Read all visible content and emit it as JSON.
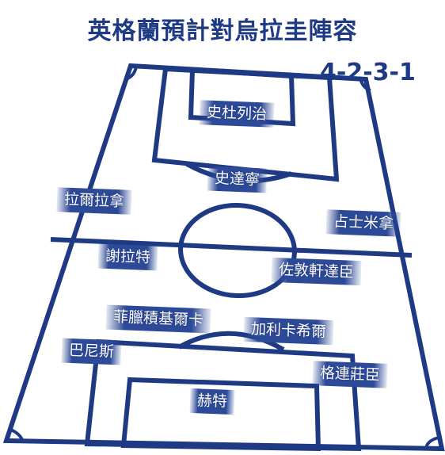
{
  "title": "英格蘭預計對烏拉圭陣容",
  "formation": "4-2-3-1",
  "colors": {
    "pitch_lines": "#1f3a84",
    "label_bg": "#2d4a99",
    "label_text": "#ffffff"
  },
  "players": {
    "goalkeeper": "史杜列治",
    "centre_back_left": "史達寧",
    "centre_back_right": "拉爾拉拿",
    "left_back": "占士米拿",
    "right_back": "謝拉特",
    "def_mid_1": "佐敦軒達臣",
    "def_mid_2": "菲臘積基爾卡",
    "att_mid_centre": "加利卡希爾",
    "att_mid_left": "巴尼斯",
    "att_mid_right": "格連莊臣",
    "striker": "赫特"
  }
}
